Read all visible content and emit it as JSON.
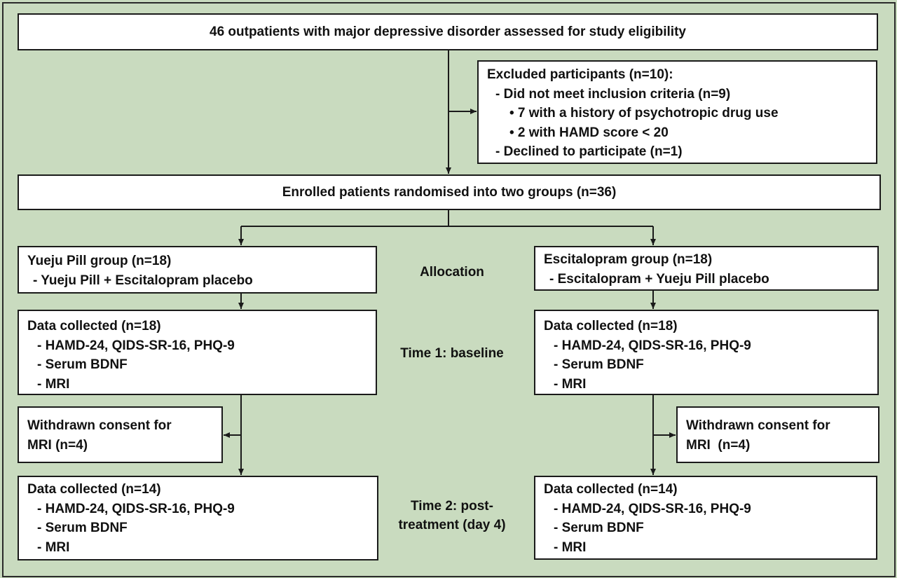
{
  "assessment": "46 outpatients with major depressive disorder assessed for study eligibility",
  "excluded": {
    "title": "Excluded participants (n=10):",
    "lines": [
      "- Did not meet inclusion criteria (n=9)",
      "• 7 with a history of psychotropic drug use",
      "• 2 with HAMD score < 20",
      "- Declined to participate (n=1)"
    ]
  },
  "enrolled": "Enrolled patients randomised into two groups (n=36)",
  "phases": {
    "allocation": "Allocation",
    "time1": "Time 1: baseline",
    "time2_line1": "Time 2: post-",
    "time2_line2": "treatment (day 4)"
  },
  "left_group": {
    "allocation": {
      "title": "Yueju Pill group (n=18)",
      "detail": "- Yueju Pill + Escitalopram placebo"
    },
    "baseline": {
      "title": "Data collected (n=18)",
      "items": [
        "- HAMD-24, QIDS-SR-16, PHQ-9",
        "- Serum BDNF",
        "- MRI"
      ]
    },
    "withdrawn": {
      "line1": "Withdrawn consent for",
      "line2": "MRI (n=4)"
    },
    "post": {
      "title": "Data collected (n=14)",
      "items": [
        "- HAMD-24, QIDS-SR-16, PHQ-9",
        "- Serum BDNF",
        "- MRI"
      ]
    }
  },
  "right_group": {
    "allocation": {
      "title": "Escitalopram group (n=18)",
      "detail": "- Escitalopram + Yueju Pill placebo"
    },
    "baseline": {
      "title": "Data collected (n=18)",
      "items": [
        "- HAMD-24, QIDS-SR-16, PHQ-9",
        "- Serum BDNF",
        "- MRI"
      ]
    },
    "withdrawn": {
      "line1": "Withdrawn consent for",
      "line2": "MRI  (n=4)"
    },
    "post": {
      "title": "Data collected (n=14)",
      "items": [
        "- HAMD-24, QIDS-SR-16, PHQ-9",
        "- Serum BDNF",
        "- MRI"
      ]
    }
  },
  "colors": {
    "background": "#c9dbbf",
    "box": "#ffffff",
    "line": "#1a1a1a"
  }
}
